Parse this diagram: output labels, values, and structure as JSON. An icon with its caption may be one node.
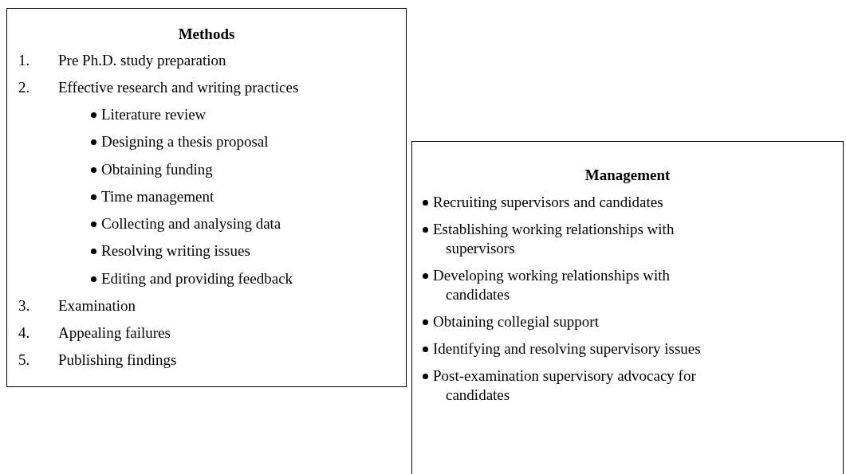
{
  "diagram": {
    "nodes": [
      {
        "text": [
          "Methods",
          "1.",
          "Pre Ph.D. study preparation",
          "2.",
          "Effective research and writing practices",
          "Literature review",
          "Designing a thesis proposal",
          "Obtaining funding",
          "Time management",
          "Collecting and analysing data",
          "Resolving writing issues",
          "Editing and providing feedback",
          "3.",
          "Examination",
          "4.",
          "Appealing failures",
          "5.",
          "Publishing findings"
        ]
      },
      {
        "text": [
          "Management",
          "Recruiting supervisors and candidates",
          "Establishing working relationships with supervisors",
          "Developing working relationships with candidates",
          "Obtaining collegial support",
          "Identifying and resolving supervisory issues",
          "Post-examination supervisory advocacy for candidates"
        ]
      }
    ],
    "edges": []
  }
}
